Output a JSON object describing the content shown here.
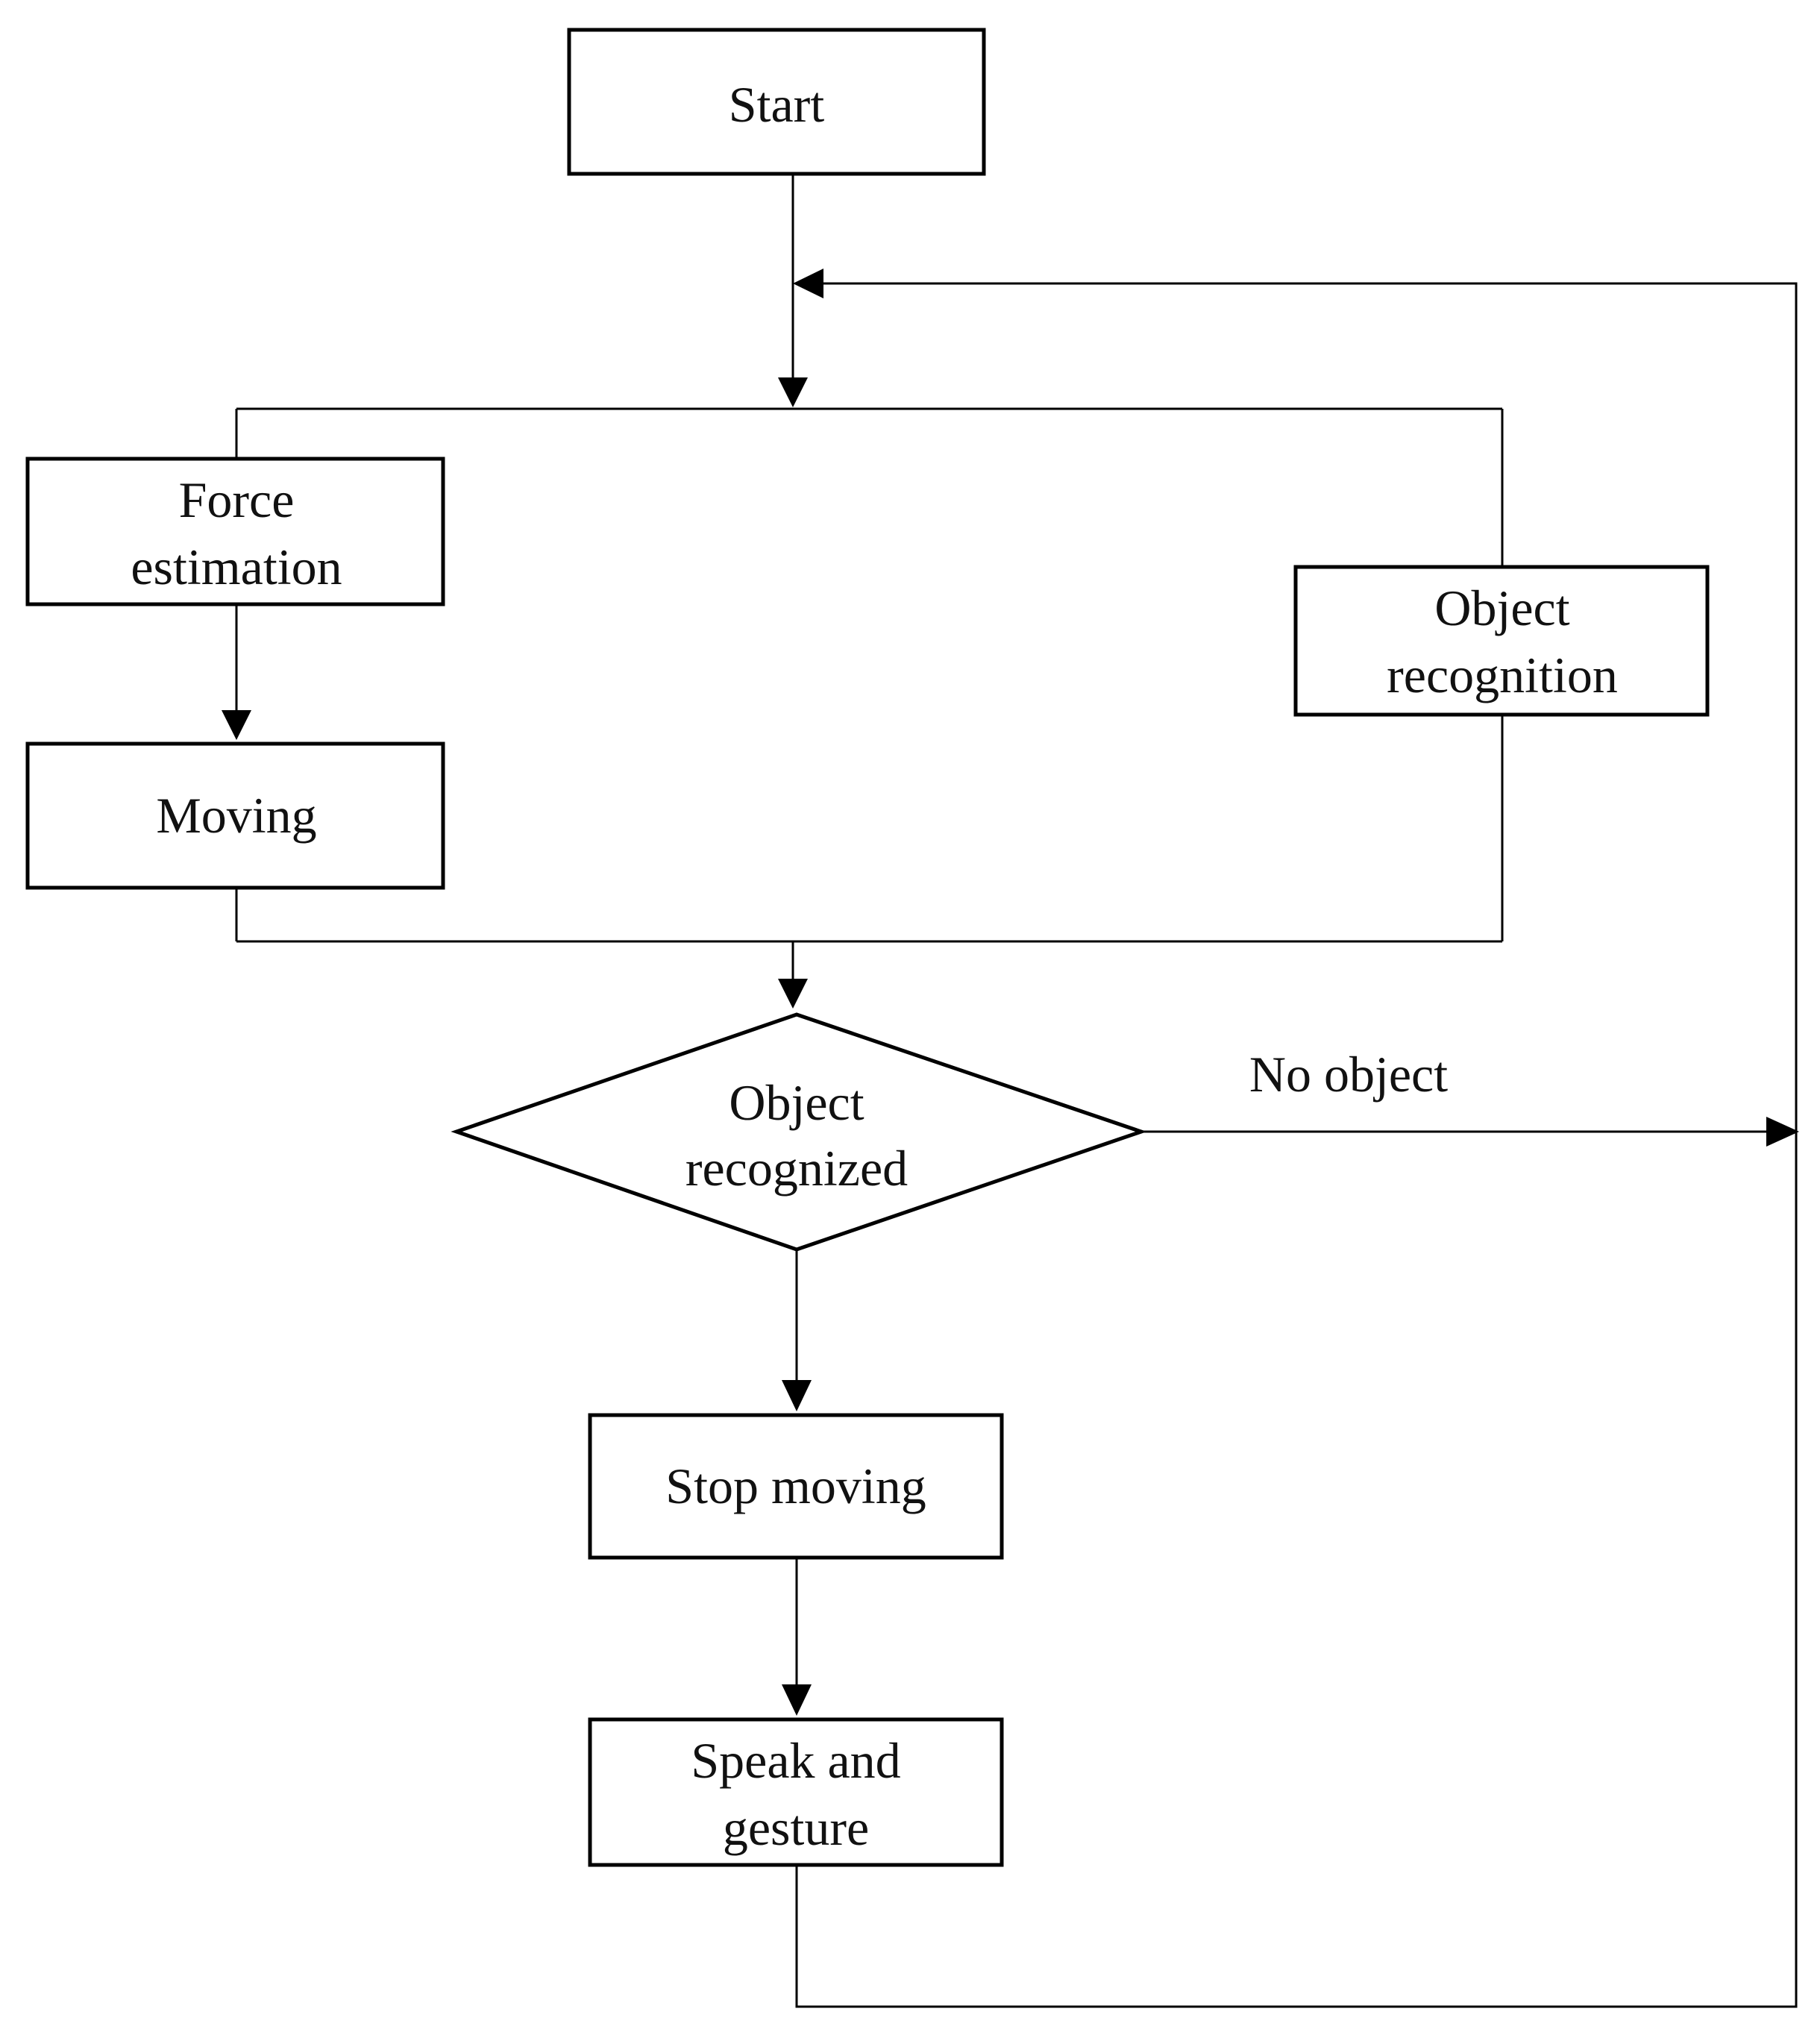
{
  "nodes": {
    "start": {
      "lines": [
        "Start"
      ]
    },
    "force_estimation": {
      "lines": [
        "Force",
        "estimation"
      ]
    },
    "moving": {
      "lines": [
        "Moving"
      ]
    },
    "object_recognition": {
      "lines": [
        "Object",
        "recognition"
      ]
    },
    "decision": {
      "lines": [
        "Object",
        "recognized"
      ]
    },
    "stop_moving": {
      "lines": [
        "Stop moving"
      ]
    },
    "speak_gesture": {
      "lines": [
        "Speak and",
        "gesture"
      ]
    }
  },
  "edges": {
    "no_object_label": "No object"
  }
}
